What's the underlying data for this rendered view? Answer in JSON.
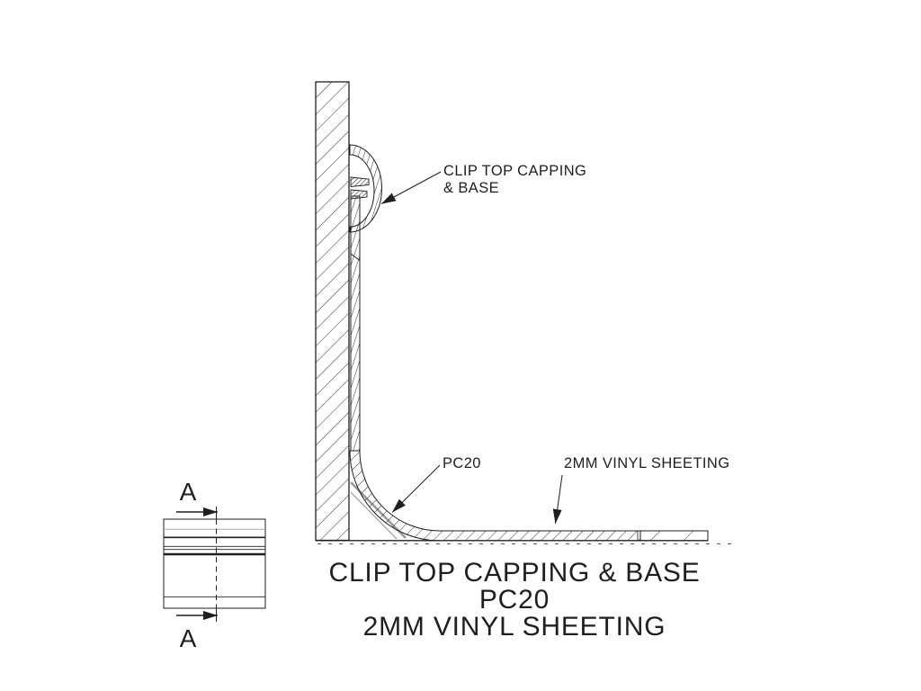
{
  "drawing": {
    "callouts": {
      "capping_line1": "CLIP TOP CAPPING",
      "capping_line2": "& BASE",
      "pc20": "PC20",
      "vinyl": "2MM VINYL SHEETING"
    },
    "title": {
      "line1": "CLIP TOP CAPPING & BASE",
      "line2": "PC20",
      "line3": "2MM VINYL SHEETING"
    },
    "section": {
      "marker_top": "A",
      "marker_bottom": "A"
    },
    "colors": {
      "line": "#1f1f1f",
      "hatch": "#3d3d3d",
      "support_gray": "#9a9a9a",
      "background": "#ffffff"
    }
  }
}
